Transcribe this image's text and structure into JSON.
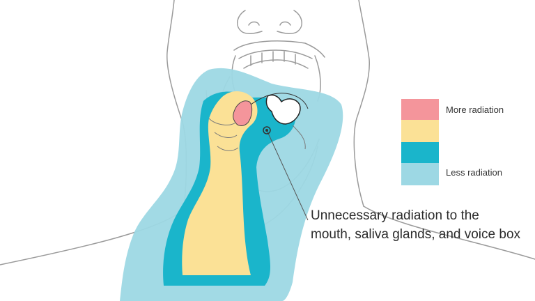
{
  "legend": {
    "items": [
      {
        "label": "More radiation",
        "color": "#f4959b"
      },
      {
        "label": "",
        "color": "#fbe196"
      },
      {
        "label": "",
        "color": "#1ab5cb"
      },
      {
        "label": "Less radiation",
        "color": "#9dd8e4"
      }
    ]
  },
  "annotation": {
    "line1": "Unnecessary radiation to the",
    "line2": "mouth, saliva glands, and voice box"
  },
  "colors": {
    "outline": "#9a9a9a",
    "outline_dark": "#444444",
    "pointer": "#555555"
  }
}
